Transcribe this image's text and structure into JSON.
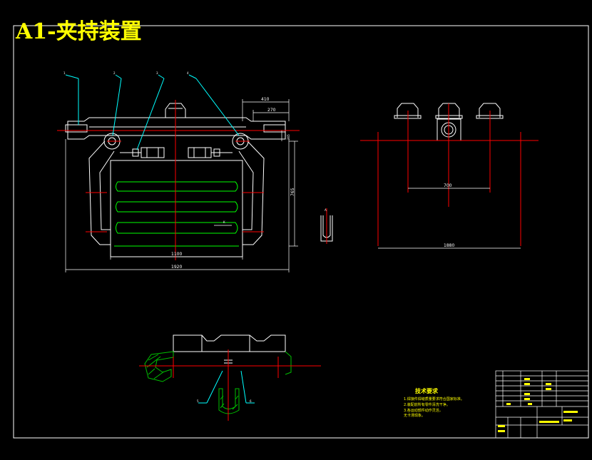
{
  "drawing": {
    "title": "A1-夹持装置",
    "part_labels": [
      "1",
      "2",
      "3",
      "4"
    ],
    "section_labels": [
      "5",
      "6"
    ],
    "dimensions": {
      "d410": "410",
      "d270": "270",
      "d1100": "1100",
      "d1920": "1920",
      "d765": "765",
      "d700": "700",
      "d1880": "1880",
      "d_right": "365"
    },
    "view_label": "A",
    "direction_label": "K",
    "tech_requirements": {
      "heading": "技术要求",
      "items": [
        "1.焊接件焊缝质量要求符合国家标准。",
        "2.装配前所有零件清洗干净。",
        "3.各运动部件动作灵活，",
        "无卡滞现象。"
      ]
    },
    "colors": {
      "background": "#000000",
      "outline": "#ffffff",
      "centerline": "#ff0000",
      "hidden": "#00ff00",
      "leader": "#00ffff",
      "section": "#00c000",
      "title": "#ffff00"
    }
  }
}
